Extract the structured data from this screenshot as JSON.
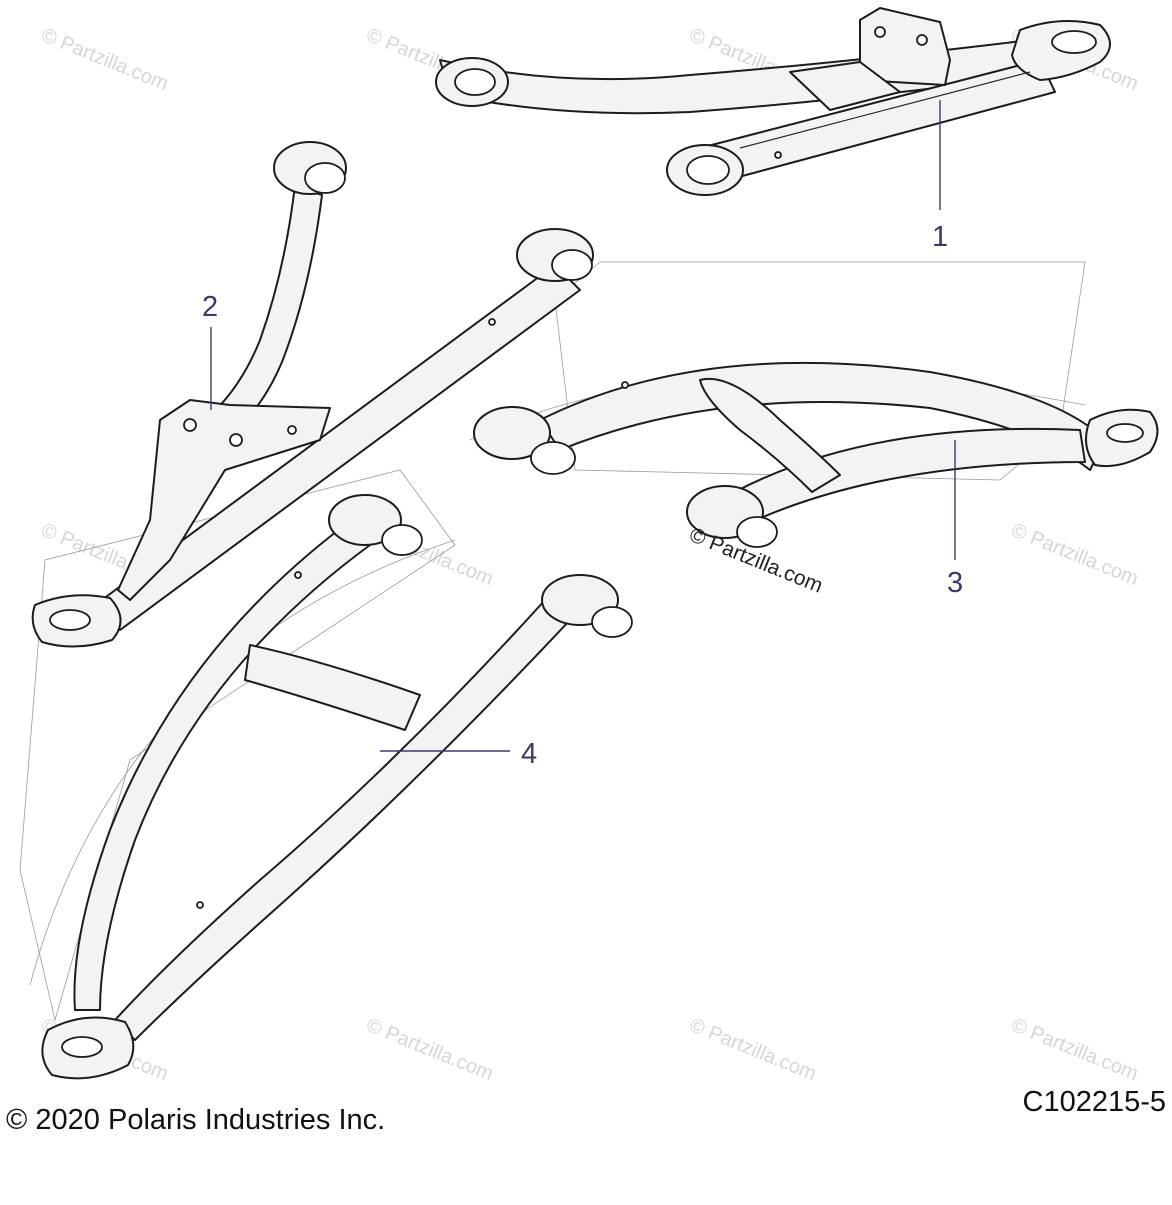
{
  "diagram": {
    "callouts": [
      {
        "label": "1"
      },
      {
        "label": "2"
      },
      {
        "label": "3"
      },
      {
        "label": "4"
      }
    ],
    "watermark_text": "© Partzilla.com",
    "copyright": "© 2020 Polaris Industries Inc.",
    "diagram_code": "C102215-5"
  },
  "colors": {
    "callout": "#3a3a6a",
    "line_art": "#1c1c1c",
    "part_fill": "#f3f3f3",
    "watermark": "#d6d6d6"
  }
}
